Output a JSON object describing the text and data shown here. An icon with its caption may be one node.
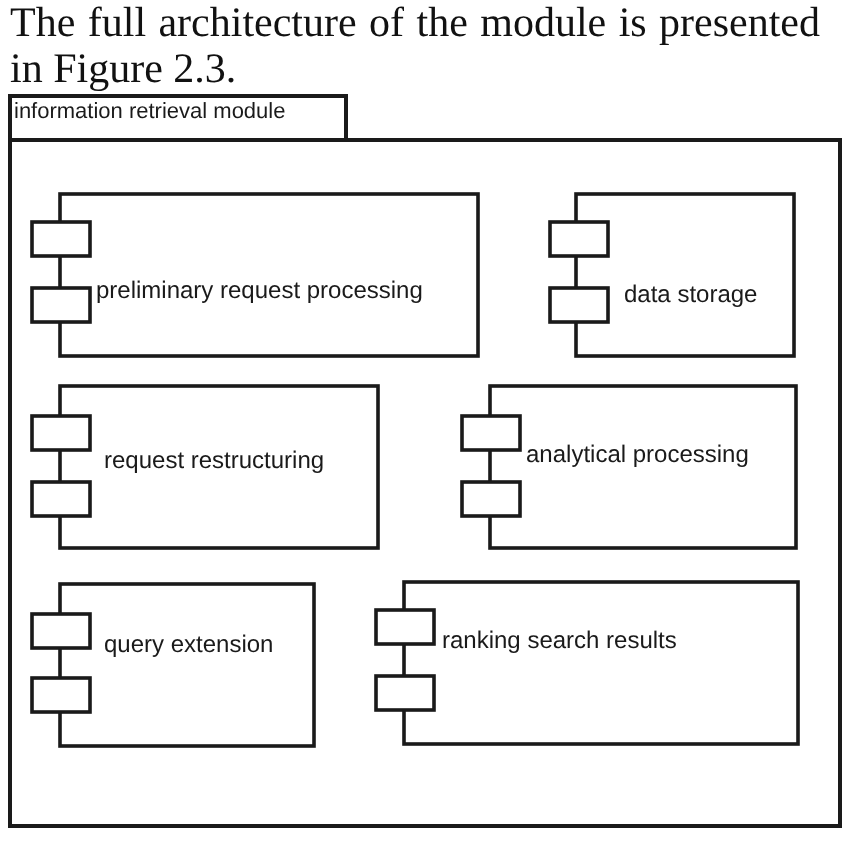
{
  "diagram": {
    "nodes": [
      {
        "text": [
          "information retrieval module"
        ]
      },
      {
        "text": [
          "preliminary request processing"
        ],
        "in": 0
      },
      {
        "text": [
          "data storage"
        ],
        "in": 0
      },
      {
        "text": [
          "request restructuring"
        ],
        "in": 0
      },
      {
        "text": [
          "analytical processing"
        ],
        "in": 0
      },
      {
        "text": [
          "query extension"
        ],
        "in": 0
      },
      {
        "text": [
          "ranking search results"
        ],
        "in": 0
      }
    ],
    "labels": [
      "The full architecture of the module is presented in Figure 2.3."
    ]
  }
}
